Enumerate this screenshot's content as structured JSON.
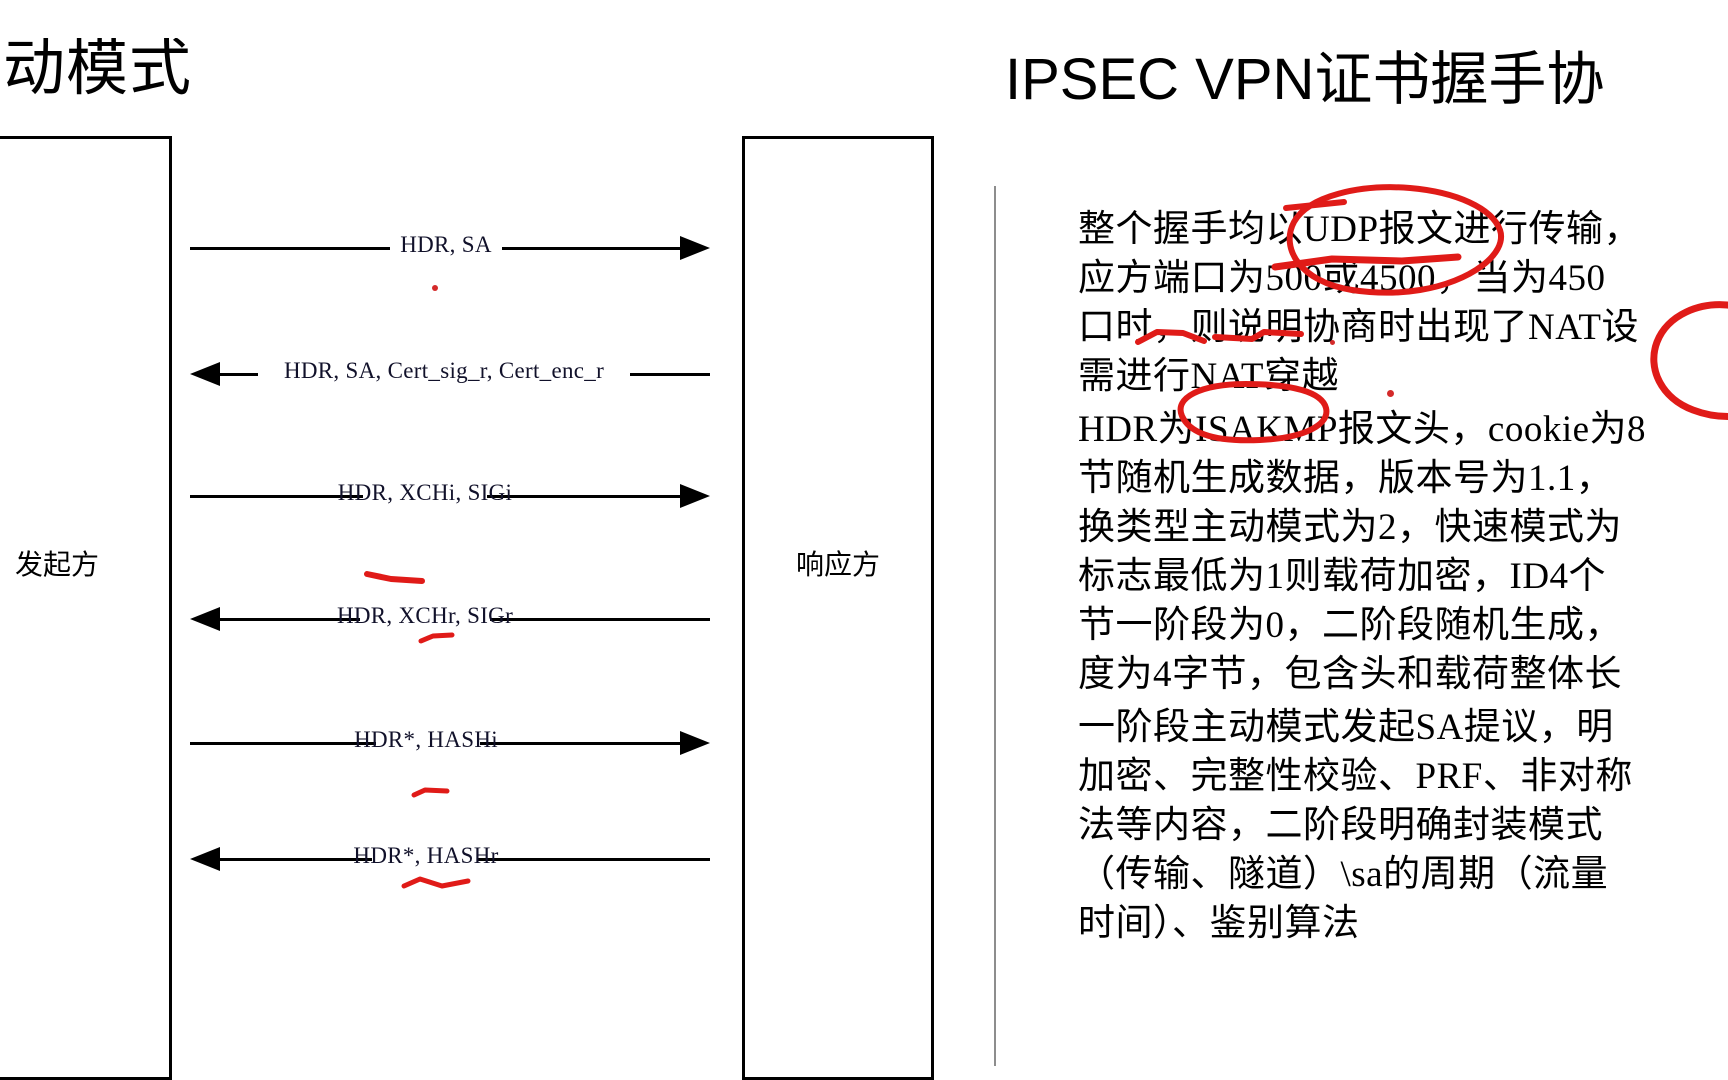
{
  "slide": {
    "left_title": "主动模式",
    "right_title": "IPSEC VPN证书握手协"
  },
  "diagram": {
    "initiator_label": "发起方",
    "responder_label": "响应方",
    "messages": [
      {
        "label": "HDR, SA",
        "direction": "right"
      },
      {
        "label": "HDR, SA, Cert_sig_r, Cert_enc_r",
        "direction": "left"
      },
      {
        "label": "HDR, XCHi, SIGi",
        "direction": "right"
      },
      {
        "label": "HDR, XCHr, SIGr",
        "direction": "left"
      },
      {
        "label": "HDR*, HASHi",
        "direction": "right"
      },
      {
        "label": "HDR*, HASHr",
        "direction": "left"
      }
    ]
  },
  "notes": {
    "bullet_marker": "➢",
    "items": [
      {
        "lines": [
          "整个握手均以UDP报文进行传输，",
          "应方端口为500或4500，当为450",
          "口时，则说明协商时出现了NAT设",
          "需进行NAT穿越"
        ]
      },
      {
        "lines": [
          "HDR为ISAKMP报文头，cookie为8",
          "节随机生成数据，版本号为1.1，",
          "换类型主动模式为2，快速模式为",
          "标志最低为1则载荷加密，ID4个",
          "节一阶段为0，二阶段随机生成，",
          "度为4字节，包含头和载荷整体长"
        ]
      },
      {
        "lines": [
          "一阶段主动模式发起SA提议，明",
          "加密、完整性校验、PRF、非对称",
          "法等内容，二阶段明确封装模式",
          "（传输、隧道）\\sa的周期（流量",
          "时间）、鉴别算法"
        ]
      }
    ]
  },
  "annotations": {
    "pen_color": "#e01b18",
    "marks": [
      "circle-around-UDP报文",
      "underline-UDP报文",
      "underline-500",
      "underline-4500",
      "circle-around-NAT穿越",
      "circle-right-edge",
      "underline-XCHi",
      "underline-XCHr",
      "underline-HASHi",
      "underline-HASHr",
      "dot-below-HDR-SA"
    ]
  }
}
